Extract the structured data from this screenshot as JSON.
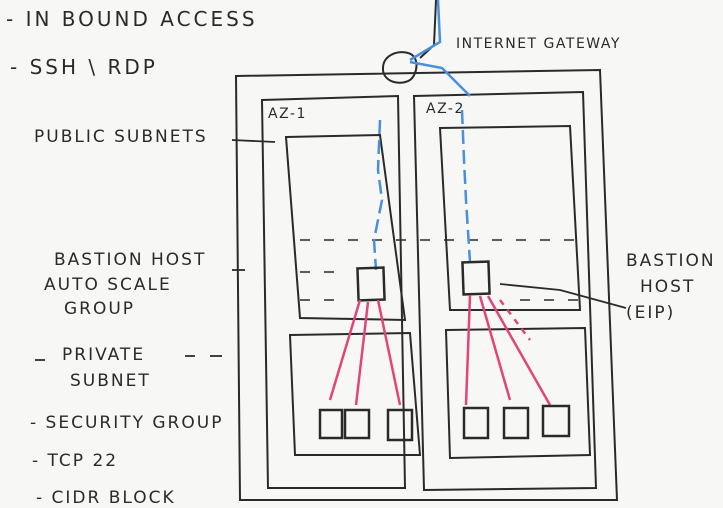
{
  "notes": {
    "line1": "- IN BOUND ACCESS",
    "line2": "- SSH \\ RDP"
  },
  "labels": {
    "internet_gateway": "INTERNET GATEWAY",
    "az1": "AZ-1",
    "az2": "AZ-2",
    "public_subnets": "PUBLIC SUBNETS",
    "bastion_asg_line1": "BASTION HOST",
    "bastion_asg_line2": "AUTO SCALE",
    "bastion_asg_line3": "GROUP",
    "private_subnet_line1": "PRIVATE",
    "private_subnet_line2": "SUBNET",
    "security_group": "- SECURITY GROUP",
    "tcp22": "- TCP 22",
    "cidr_block": "- CIDR BLOCK",
    "bastion_host_line1": "BASTION",
    "bastion_host_line2": "HOST",
    "bastion_host_line3": "(EIP)"
  },
  "colors": {
    "ink": "#2a2a2a",
    "blue_traffic": "#4a90d9",
    "pink_traffic": "#e0457b"
  }
}
